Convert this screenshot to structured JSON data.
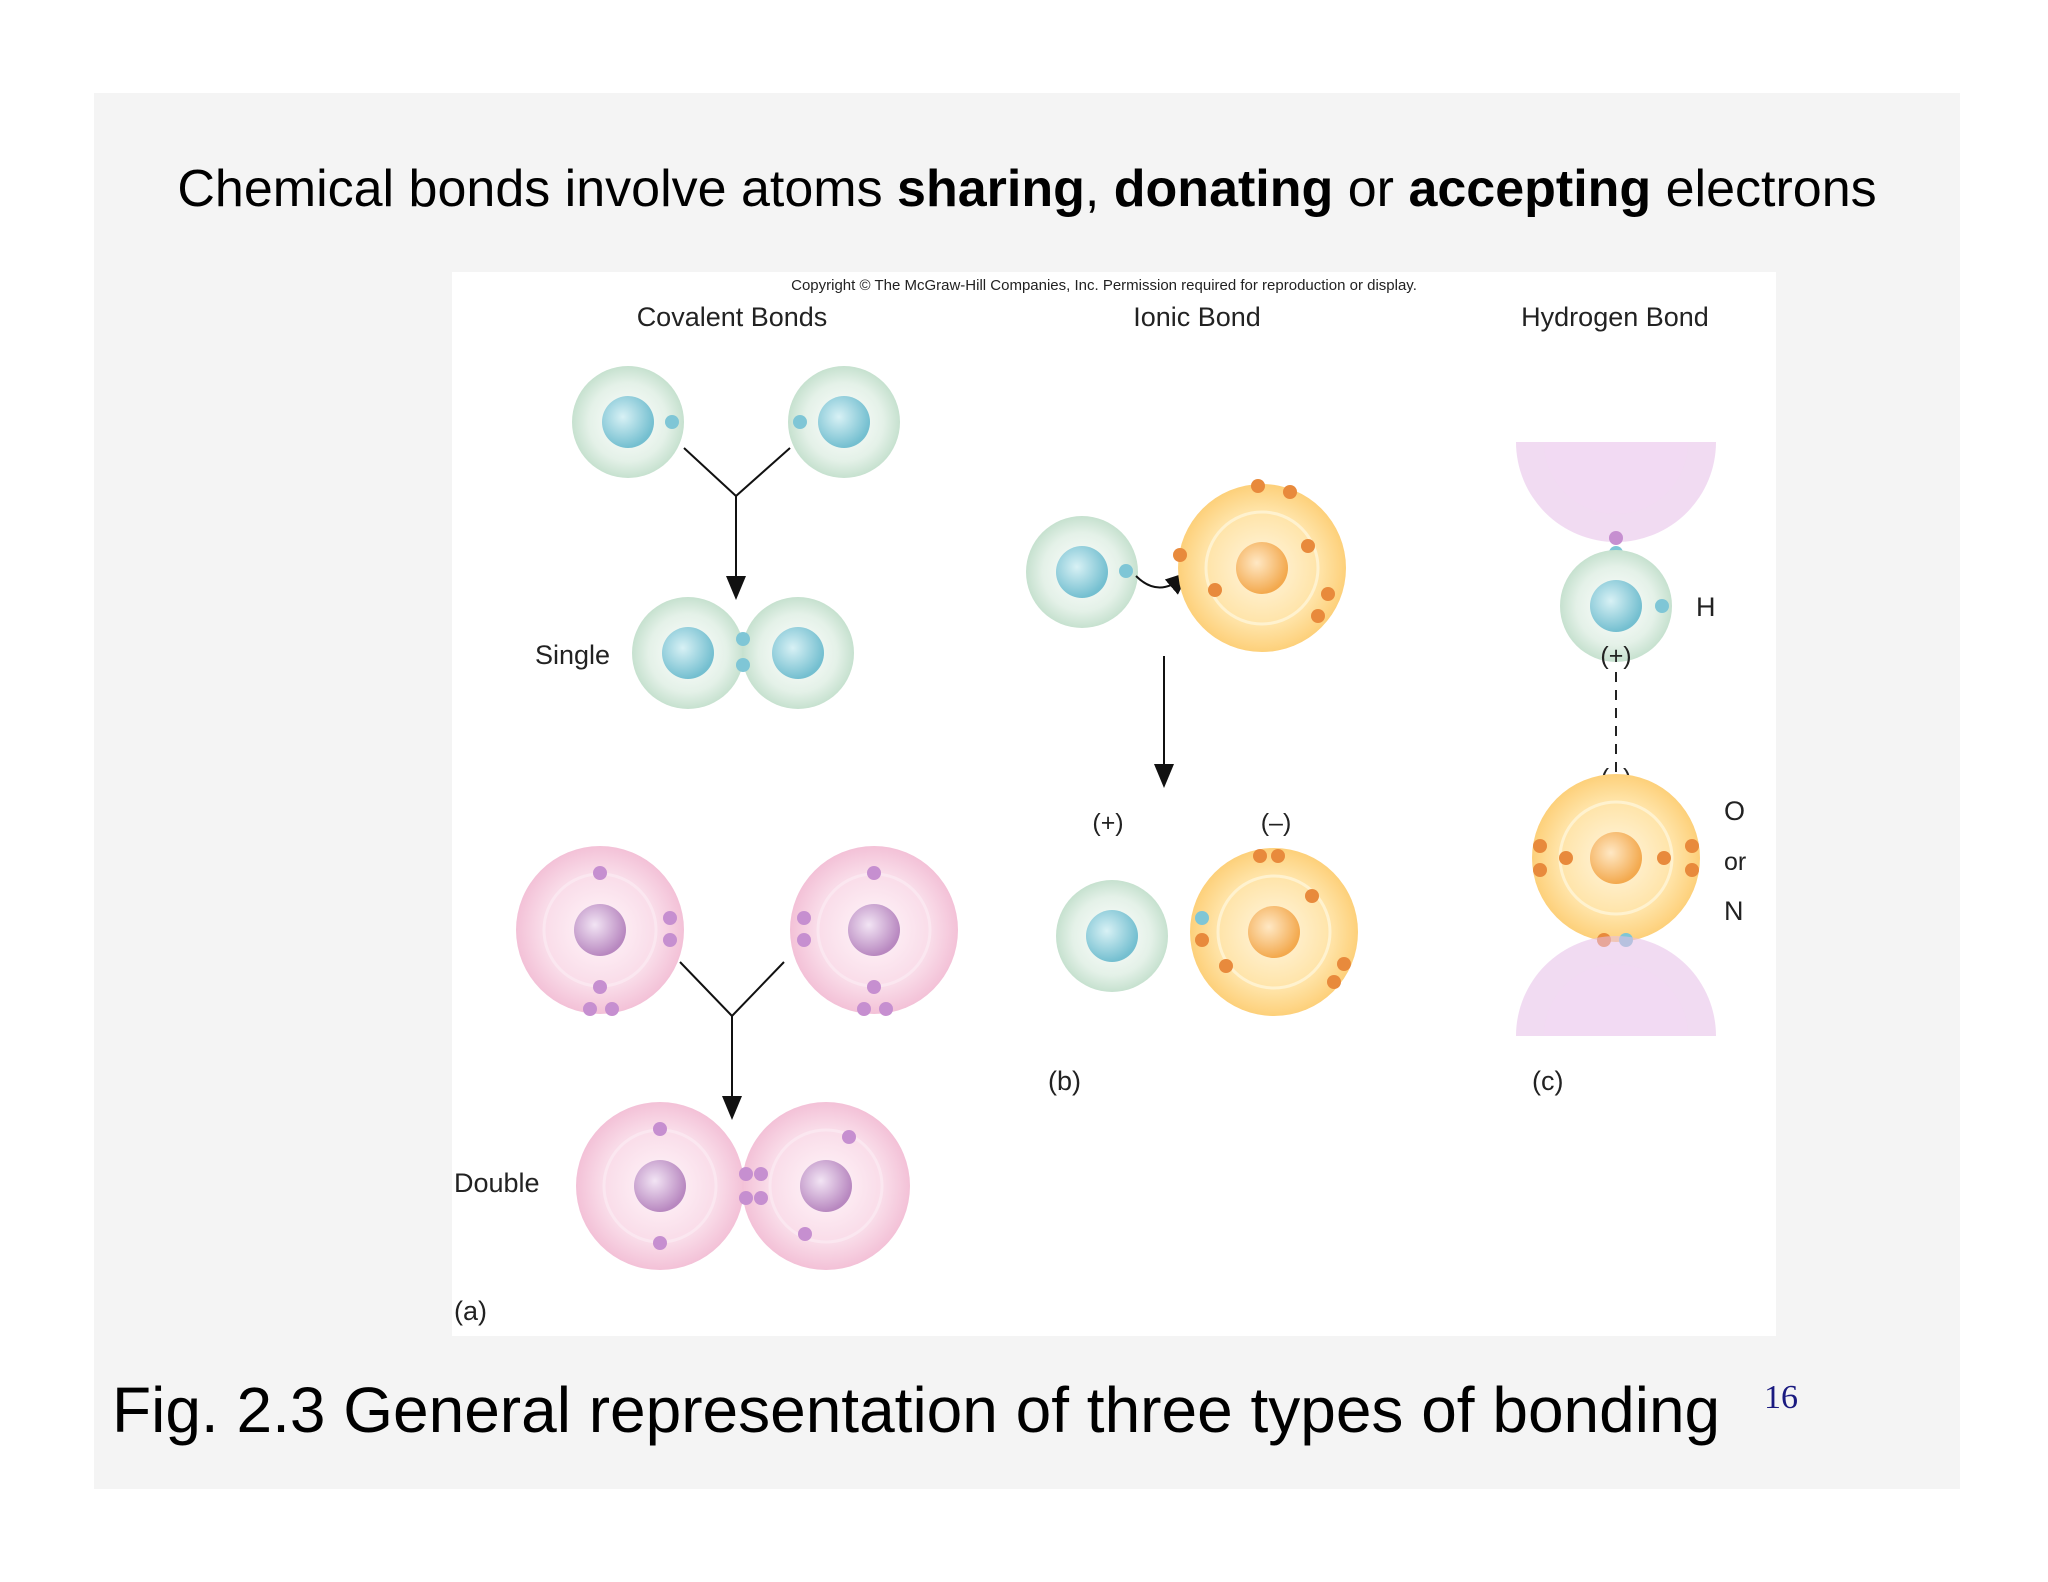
{
  "slide": {
    "headline": {
      "part1": "Chemical bonds involve atoms ",
      "bold1": "sharing",
      "part2": ", ",
      "bold2": "donating",
      "part3": " or ",
      "bold3": "accepting",
      "part4": " electrons"
    },
    "caption": "Fig. 2.3 General representation of three types of bonding",
    "page_number": "16"
  },
  "figure": {
    "copyright": "Copyright © The McGraw-Hill Companies, Inc. Permission required for reproduction or display.",
    "panel_a": {
      "title": "Covalent Bonds",
      "label_single": "Single",
      "label_double": "Double",
      "letter": "(a)"
    },
    "panel_b": {
      "title": "Ionic Bond",
      "label_plus": "(+)",
      "label_minus": "(–)",
      "letter": "(b)"
    },
    "panel_c": {
      "title": "Hydrogen Bond",
      "label_h": "H",
      "label_plus": "(+)",
      "label_minus": "(–)",
      "label_o": "O",
      "label_or": "or",
      "label_n": "N",
      "letter": "(c)"
    }
  },
  "colors": {
    "hydrogen_shell": "#cfe6d6",
    "hydrogen_nucleus": "#8fd0dc",
    "oxygen_shell": "#f6c8dc",
    "oxygen_nucleus": "#c79acb",
    "ionic_shell": "#ffd98a",
    "ionic_nucleus": "#f7b25a",
    "electron_blue": "#7fc6d6",
    "electron_orange": "#e88a3c",
    "electron_purple": "#c68fd0",
    "hbond_purple": "#e2b5e4"
  }
}
